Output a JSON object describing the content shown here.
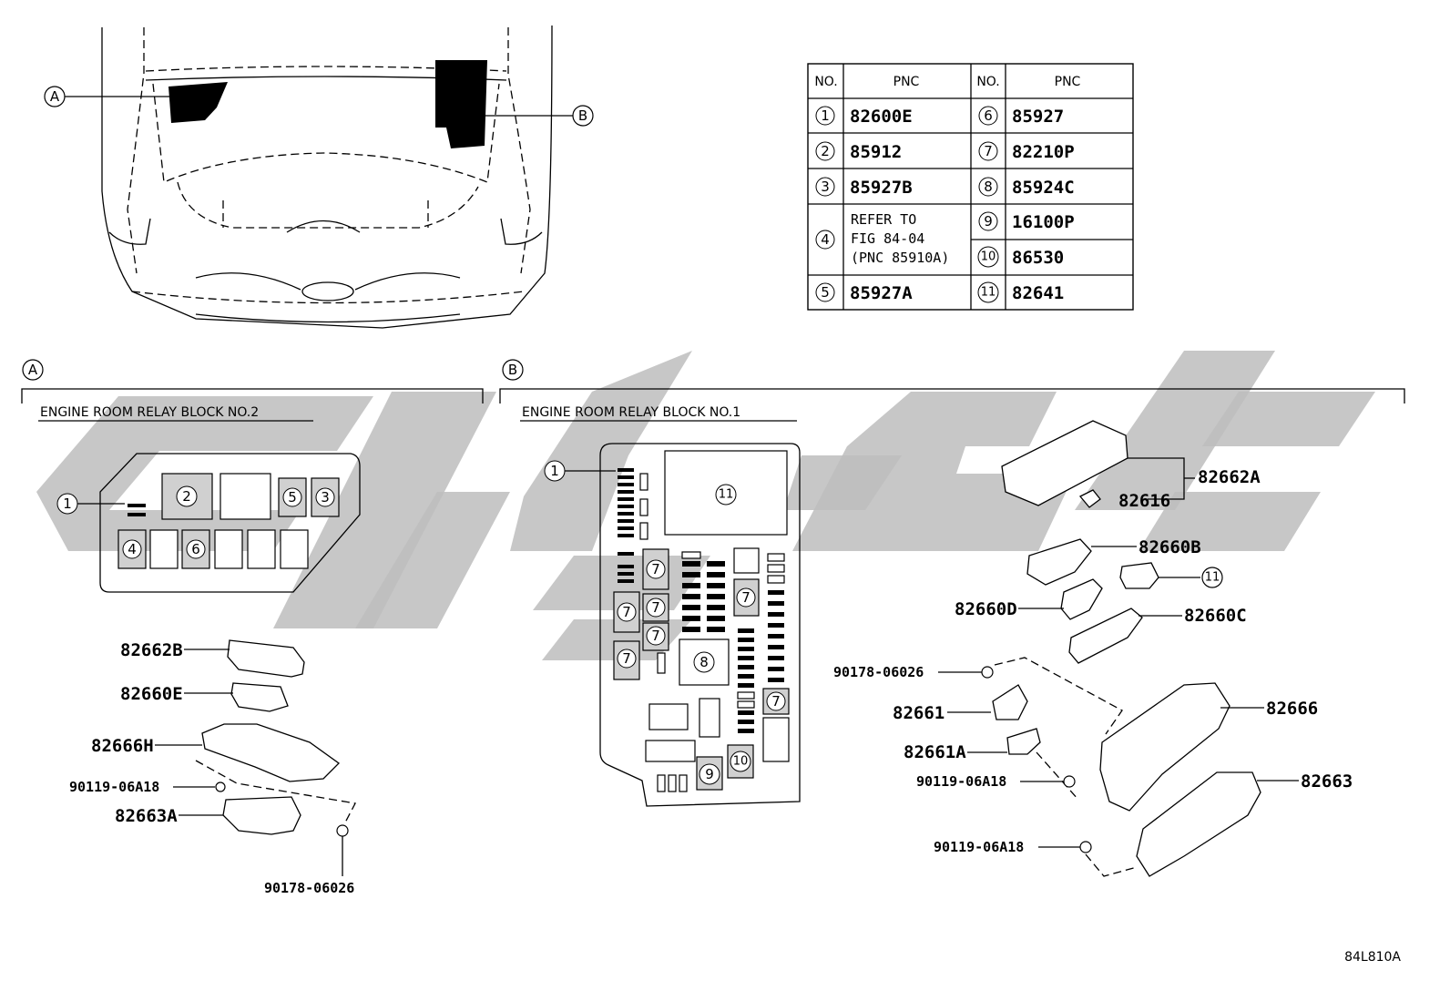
{
  "figure_code": "84L810A",
  "callouts": {
    "a": "A",
    "b": "B"
  },
  "section_a": {
    "title": "ENGINE ROOM RELAY BLOCK NO.2",
    "block_labels": [
      "1",
      "2",
      "3",
      "4",
      "5",
      "6"
    ],
    "parts": [
      "82662B",
      "82660E",
      "82666H",
      "90119-06A18",
      "82663A",
      "90178-06026"
    ]
  },
  "section_b": {
    "title": "ENGINE ROOM RELAY BLOCK NO.1",
    "block_labels": [
      "1",
      "11",
      "7",
      "8",
      "9",
      "10"
    ],
    "parts": [
      "82662A",
      "82616",
      "82660B",
      "11",
      "82660D",
      "82660C",
      "90178-06026",
      "82666",
      "82661",
      "82661A",
      "90119-06A18",
      "82663",
      "90119-06A18"
    ]
  },
  "table": {
    "headers": [
      "NO.",
      "PNC",
      "NO.",
      "PNC"
    ],
    "left_rows": [
      {
        "no": "1",
        "pnc": "82600E"
      },
      {
        "no": "2",
        "pnc": "85912"
      },
      {
        "no": "3",
        "pnc": "85927B"
      },
      {
        "no": "4",
        "pnc": "REFER TO",
        "pnc2": "FIG 84-04",
        "pnc3": "(PNC 85910A)"
      },
      {
        "no": "5",
        "pnc": "85927A"
      }
    ],
    "right_rows": [
      {
        "no": "6",
        "pnc": "85927"
      },
      {
        "no": "7",
        "pnc": "82210P"
      },
      {
        "no": "8",
        "pnc": "85924C"
      },
      {
        "no": "9",
        "pnc": "16100P"
      },
      {
        "no": "10",
        "pnc": "86530"
      },
      {
        "no": "11",
        "pnc": "82641"
      }
    ]
  }
}
